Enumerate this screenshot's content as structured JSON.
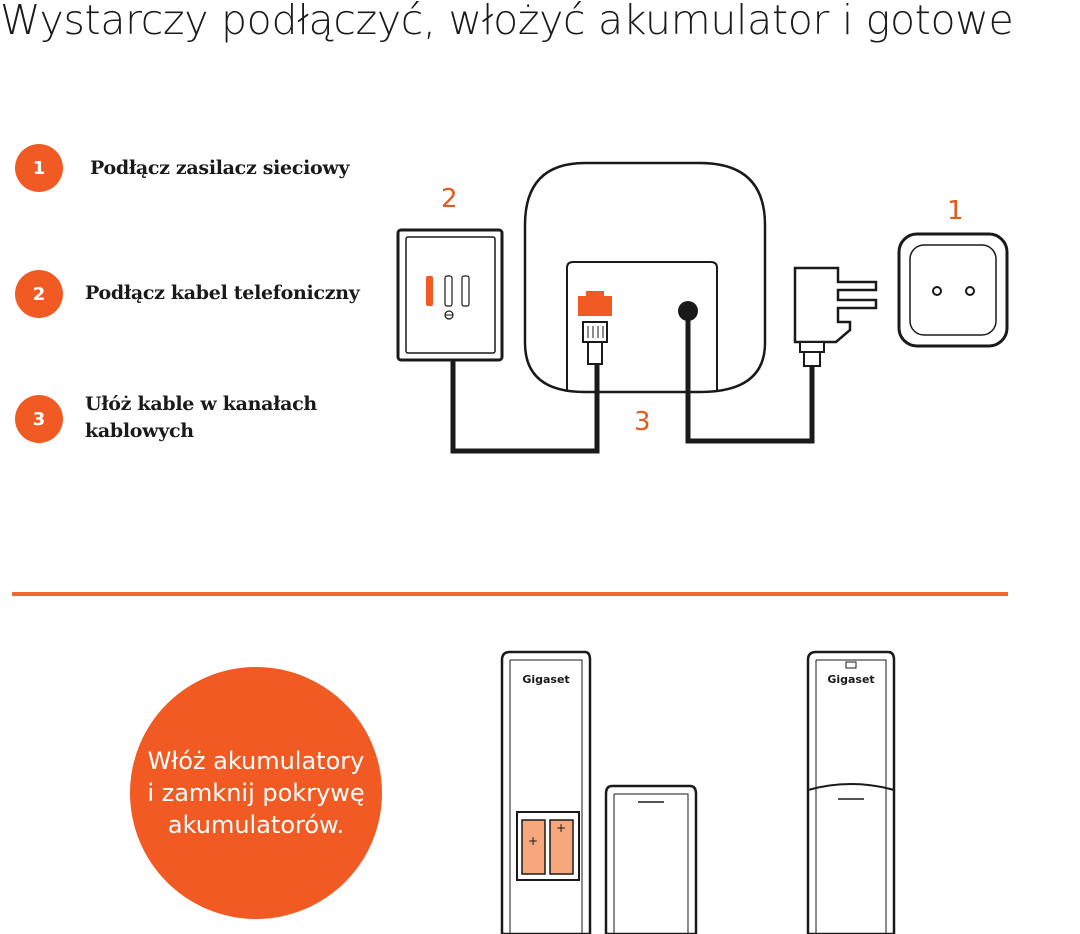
{
  "title": "Wystarczy podłączyć, włożyć akumulator i gotowe",
  "accent_color": "#f15a22",
  "steps": [
    {
      "number": "1",
      "label": "Podłącz zasilacz sieciowy"
    },
    {
      "number": "2",
      "label": "Podłącz kabel telefoniczny"
    },
    {
      "number": "3",
      "label": "Ułóż kable w kanałach kablowych"
    }
  ],
  "diagram_numbers": {
    "wall_jack": "2",
    "outlet": "1",
    "cables": "3"
  },
  "battery_instruction": "Włóż akumulatory i zamknij pokrywę akumulatorów.",
  "handset_brand": "Gigaset"
}
